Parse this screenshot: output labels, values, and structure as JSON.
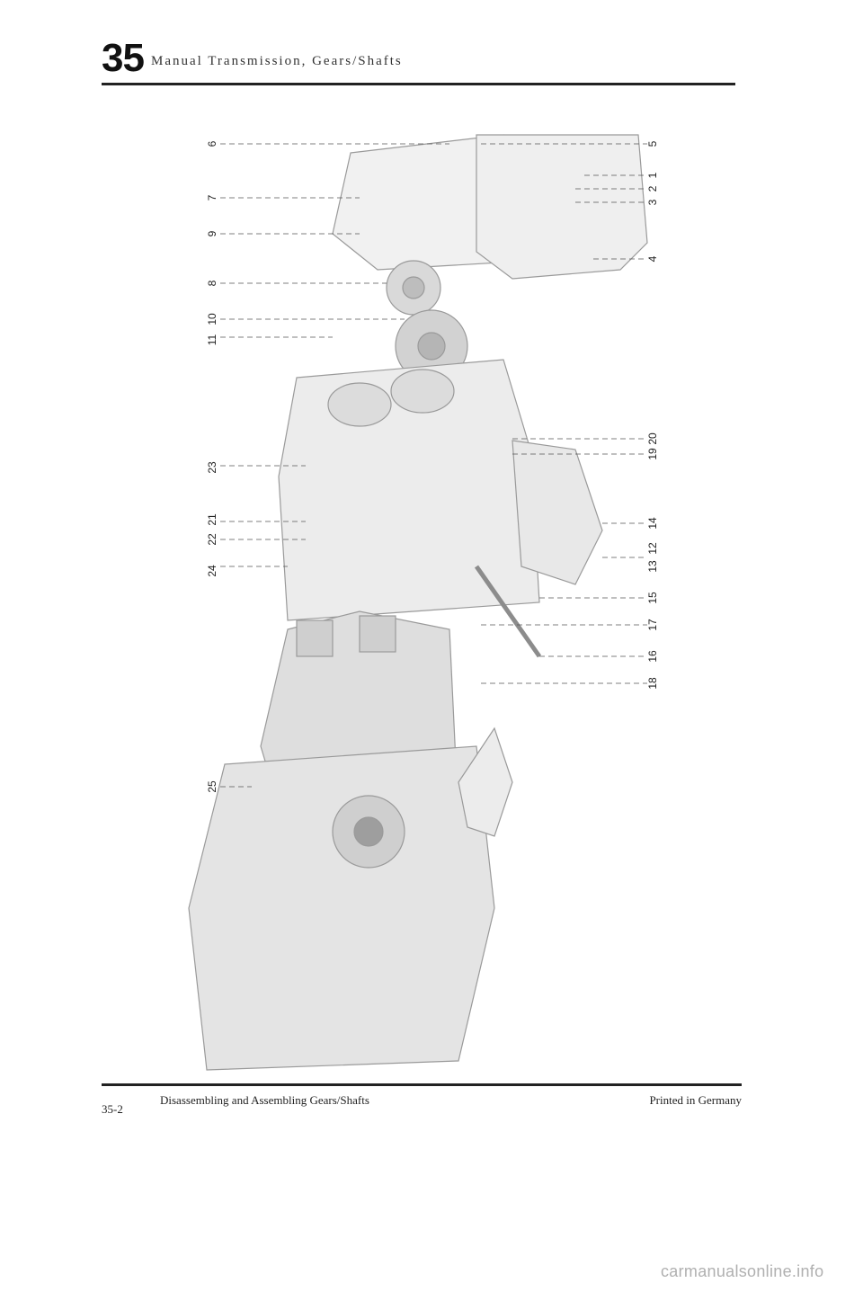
{
  "header": {
    "chapter_number": "35",
    "title": "Manual Transmission, Gears/Shafts"
  },
  "figure": {
    "callouts": [
      "1",
      "2",
      "3",
      "4",
      "5",
      "6",
      "7",
      "8",
      "9",
      "10",
      "11",
      "12",
      "13",
      "14",
      "15",
      "16",
      "17",
      "18",
      "19",
      "20",
      "21",
      "22",
      "23",
      "24",
      "25"
    ]
  },
  "footer": {
    "page_number": "35-2",
    "title": "Disassembling and Assembling Gears/Shafts",
    "printed": "Printed in Germany"
  },
  "watermark": "carmanualsonline.info"
}
